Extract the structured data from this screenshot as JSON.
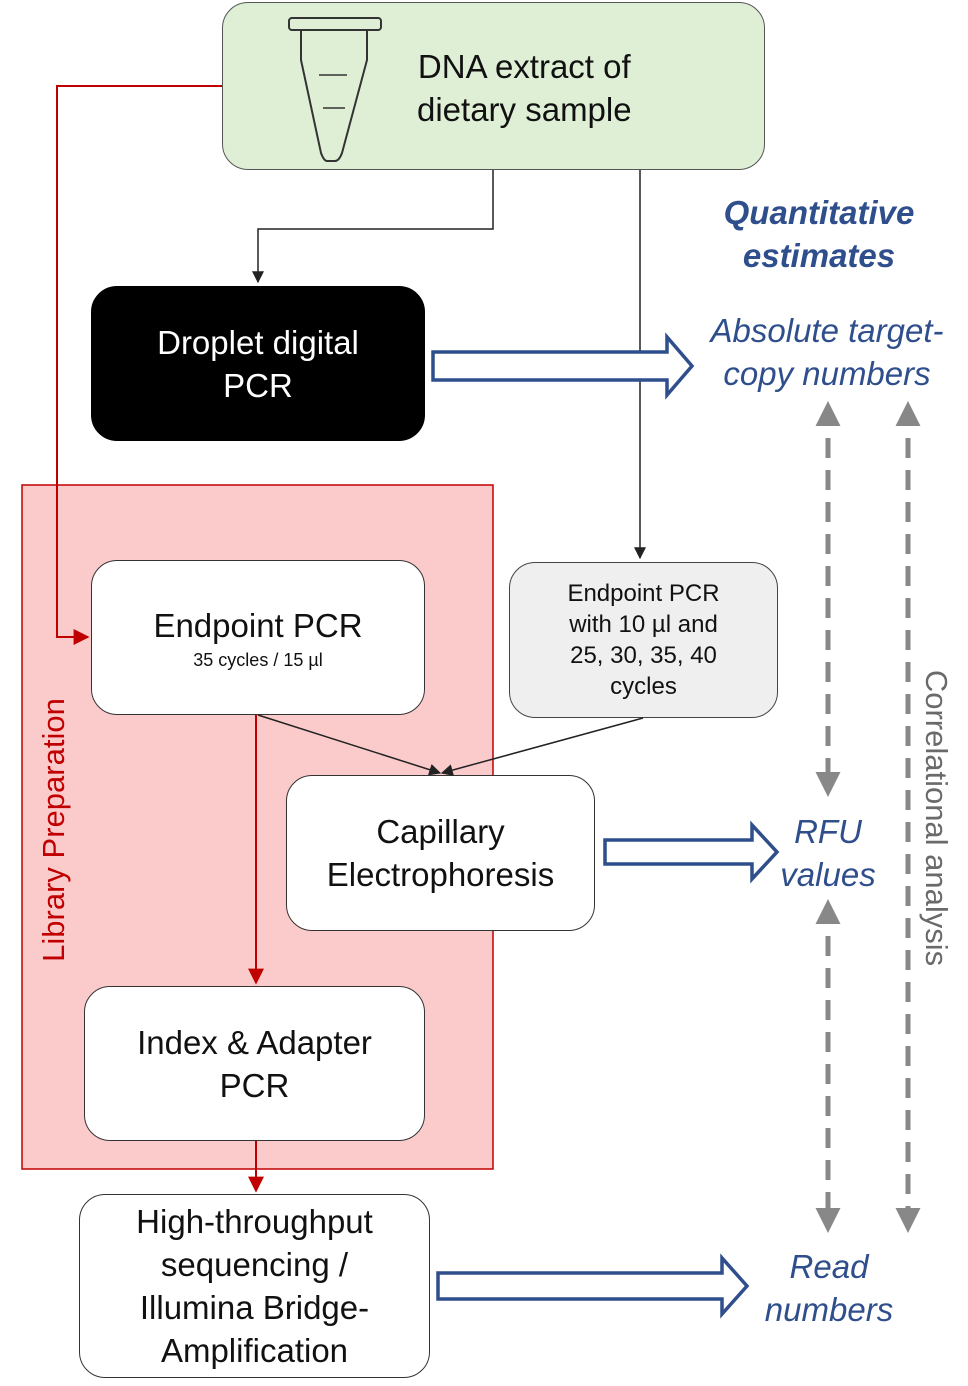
{
  "colors": {
    "dna_fill": "#dfefd6",
    "ddpcr_fill": "#000000",
    "library_fill": "#fbcbcb",
    "library_border": "#c00000",
    "endpoint2_fill": "#efefef",
    "red_arrow": "#c00000",
    "blue_text": "#2f4e8c",
    "dashed_arrow": "#888888",
    "thick_arrow": "#2f4e8c"
  },
  "nodes": {
    "dna": {
      "line1": "DNA extract of",
      "line2": "dietary sample",
      "icon": "microtube-icon"
    },
    "ddpcr": {
      "line1": "Droplet digital",
      "line2": "PCR"
    },
    "library": {
      "label": "Library Preparation"
    },
    "endpoint_pcr": {
      "title": "Endpoint PCR",
      "subtitle": "35 cycles / 15 µl"
    },
    "endpoint_pcr_variants": {
      "line1": "Endpoint PCR",
      "line2": "with 10 µl and",
      "line3": "25, 30, 35, 40",
      "line4": "cycles"
    },
    "capillary": {
      "line1": "Capillary",
      "line2": "Electrophoresis"
    },
    "index_pcr": {
      "line1": "Index & Adapter",
      "line2": "PCR"
    },
    "hts": {
      "line1": "High-throughput",
      "line2": "sequencing /",
      "line3": "Illumina Bridge-",
      "line4": "Amplification"
    }
  },
  "outputs": {
    "heading": {
      "line1": "Quantitative",
      "line2": "estimates"
    },
    "absolute": {
      "line1": "Absolute target-",
      "line2": "copy numbers"
    },
    "rfu": {
      "line1": "RFU",
      "line2": "values"
    },
    "reads": {
      "line1": "Read",
      "line2": "numbers"
    },
    "correlational": "Correlational analysis"
  }
}
